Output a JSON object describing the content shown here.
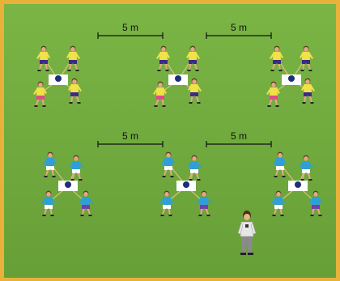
{
  "colors": {
    "border": "#e8b23a",
    "grass": "#6ea83c",
    "grass_light": "#79b446",
    "tether": "#d9c07a",
    "ball": "#1c2f7a",
    "pad": "#ffffff",
    "team_top": {
      "shirt": "#f1e24a",
      "shorts": "#3a2a8a",
      "alt_shirt": "#f0e04a",
      "alt_shorts": "#e04a8c"
    },
    "team_bottom": {
      "shirt": "#2e9fd8",
      "shorts": "#ffffff",
      "alt_shirt": "#2e9fd8",
      "alt_shorts": "#7a3aa8"
    },
    "coach": "#c9c9c9"
  },
  "dimensions": {
    "top_left": "5 m",
    "top_right": "5 m",
    "bottom_left": "5 m",
    "bottom_right": "5 m"
  },
  "icons": {
    "player": "player-figure-icon",
    "ball": "ball-icon",
    "pad": "pad-icon",
    "coach": "coach-icon"
  }
}
